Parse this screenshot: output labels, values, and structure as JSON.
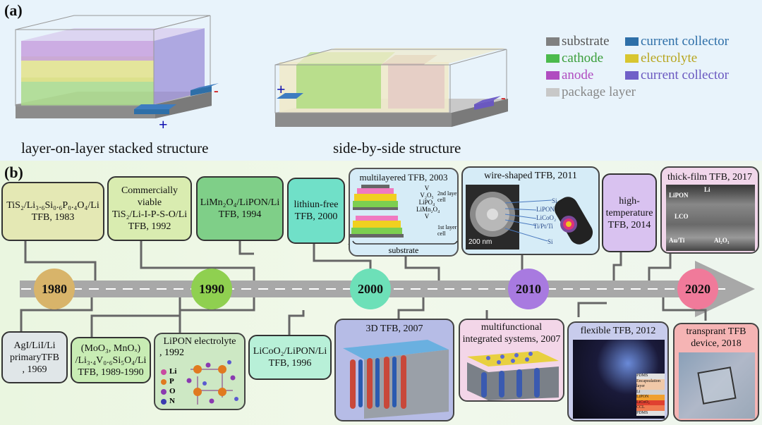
{
  "panel_a": {
    "label": "(a)",
    "caption_left": "layer-on-layer stacked structure",
    "caption_right": "side-by-side structure",
    "plus": "+",
    "minus": "-",
    "legend": [
      {
        "label": "substrate",
        "color": "#808080"
      },
      {
        "label": "current collector",
        "color": "#2e6fa8"
      },
      {
        "label": "cathode",
        "color": "#4cba4c"
      },
      {
        "label": "electrolyte",
        "color": "#d8c630"
      },
      {
        "label": "anode",
        "color": "#b04cc0"
      },
      {
        "label": "current collector",
        "color": "#7060c8"
      },
      {
        "label": "package layer",
        "color": "#c8c8c8"
      }
    ]
  },
  "panel_b": {
    "label": "(b)",
    "years": [
      "1980",
      "1990",
      "2000",
      "2010",
      "2020"
    ],
    "top_boxes": {
      "tis2": [
        "TiS₂/Li₃.₆Si₀.₆P₀.₄O₄/Li",
        "TFB, 1983"
      ],
      "commercial": [
        "Commercially viable",
        "TiS₂/Li-I-P-S-O/Li",
        "TFB, 1992"
      ],
      "limn": [
        "LiMn₂O₄/LiPON/Li",
        "TFB, 1994"
      ],
      "lithiumfree": [
        "lithiun-free",
        "TFB, 2000"
      ],
      "hightemp": [
        "high-",
        "temperature",
        "TFB, 2014"
      ]
    },
    "bottom_boxes": {
      "agi": [
        "AgI/LiI/Li",
        "primaryTFB",
        ", 1969"
      ],
      "moo3": [
        "(MoO₃, MnOₓ)",
        "/Li₃.₄V₀.₆Si₅O₄/Li",
        "TFB, 1989-1990"
      ],
      "licoo2": [
        "LiCoO₂/LiPON/Li",
        "TFB, 1996"
      ]
    },
    "image_panels": {
      "multilayered": {
        "title": "multilayered TFB, 2003",
        "layers": [
          "V",
          "V₂O₅",
          "LiPO₄",
          "LiMn₂O₄",
          "V"
        ],
        "cell2": "2nd layer cell",
        "cell1": "1st layer cell",
        "substrate": "substrate"
      },
      "wire": {
        "title": "wire-shaped TFB, 2011",
        "labels": [
          "Si",
          "LiPON",
          "LiCoO₂",
          "Ti/Pt/Ti",
          "Si"
        ],
        "scale": "200 nm"
      },
      "thickfilm": {
        "title": "thick-film TFB, 2017",
        "labels": [
          "LiPON",
          "Li",
          "LCO",
          "Au/Ti",
          "Al₂O₃"
        ]
      },
      "lipon": {
        "title_line1": "LiPON electrolyte",
        "title_line2": ", 1992",
        "legend": [
          "Li",
          "P",
          "O",
          "N"
        ]
      },
      "threed": {
        "title": "3D TFB, 2007"
      },
      "multifunctional": {
        "title_line1": "multifunctional",
        "title_line2": "integrated systems, 2007"
      },
      "flexible": {
        "title": "flexible TFB, 2012",
        "stack": [
          "PDMS",
          "Encapsulation layer",
          "Li",
          "LiPON",
          "LiCoO₂",
          "CCL",
          "PDMS"
        ]
      },
      "transparent": {
        "title_line1": "transprant TFB",
        "title_line2": "device, 2018"
      }
    }
  }
}
